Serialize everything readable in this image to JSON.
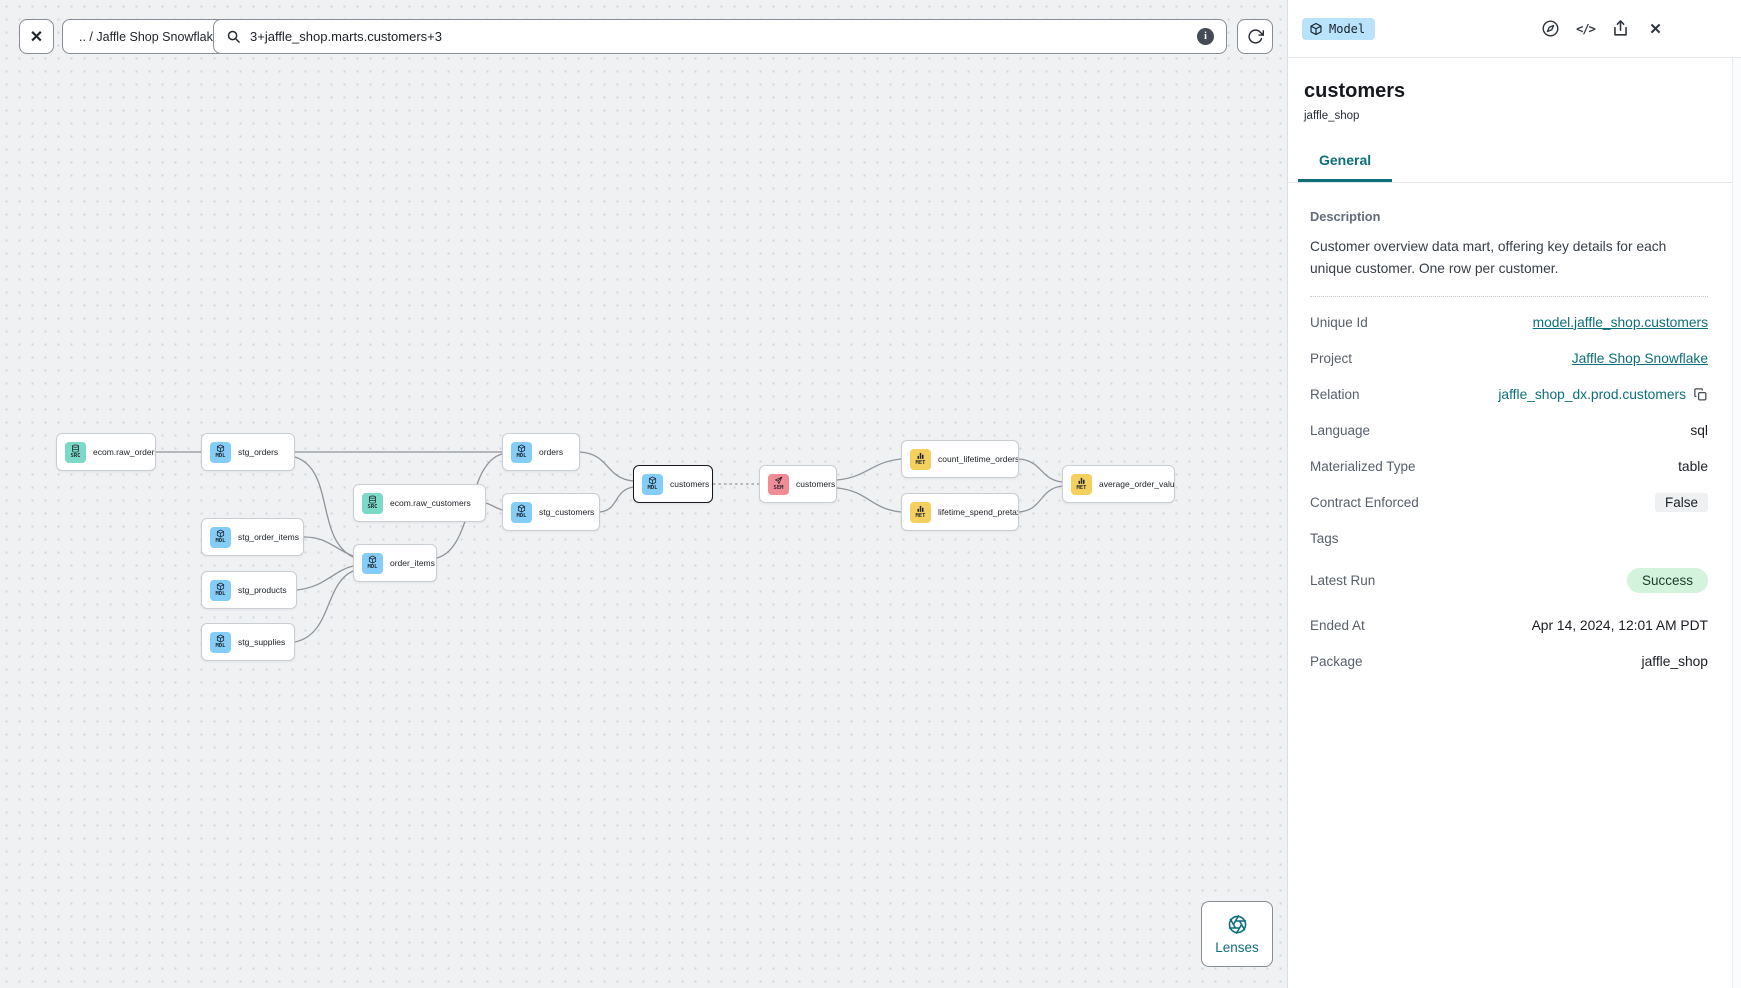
{
  "toolbar": {
    "breadcrumb": ".. / Jaffle Shop Snowflake",
    "search_value": "3+jaffle_shop.marts.customers+3"
  },
  "lenses": {
    "label": "Lenses"
  },
  "graph": {
    "nodes": [
      {
        "label": "ecom.raw_orders",
        "code": "SRC",
        "type": "source"
      },
      {
        "label": "stg_orders",
        "code": "MDL",
        "type": "model"
      },
      {
        "label": "ecom.raw_customers",
        "code": "SRC",
        "type": "source"
      },
      {
        "label": "stg_order_items",
        "code": "MDL",
        "type": "model"
      },
      {
        "label": "stg_products",
        "code": "MDL",
        "type": "model"
      },
      {
        "label": "stg_supplies",
        "code": "MDL",
        "type": "model"
      },
      {
        "label": "order_items",
        "code": "MDL",
        "type": "model"
      },
      {
        "label": "orders",
        "code": "MDL",
        "type": "model"
      },
      {
        "label": "stg_customers",
        "code": "MDL",
        "type": "model"
      },
      {
        "label": "customers",
        "code": "MDL",
        "type": "model",
        "selected": true
      },
      {
        "label": "customers",
        "code": "SEM",
        "type": "semantic_model"
      },
      {
        "label": "count_lifetime_orders",
        "code": "MET",
        "type": "metric"
      },
      {
        "label": "lifetime_spend_pretax",
        "code": "MET",
        "type": "metric"
      },
      {
        "label": "average_order_value",
        "code": "MET",
        "type": "metric"
      }
    ],
    "edges": [
      {
        "from": "ecom.raw_orders",
        "to": "stg_orders"
      },
      {
        "from": "stg_orders",
        "to": "orders"
      },
      {
        "from": "stg_orders",
        "to": "order_items"
      },
      {
        "from": "stg_order_items",
        "to": "order_items"
      },
      {
        "from": "stg_products",
        "to": "order_items"
      },
      {
        "from": "stg_supplies",
        "to": "order_items"
      },
      {
        "from": "ecom.raw_customers",
        "to": "stg_customers"
      },
      {
        "from": "order_items",
        "to": "orders"
      },
      {
        "from": "orders",
        "to": "customers"
      },
      {
        "from": "stg_customers",
        "to": "customers"
      },
      {
        "from": "customers",
        "to": "customers (semantic model)",
        "style": "dashed"
      },
      {
        "from": "customers (semantic model)",
        "to": "count_lifetime_orders"
      },
      {
        "from": "customers (semantic model)",
        "to": "lifetime_spend_pretax"
      },
      {
        "from": "count_lifetime_orders",
        "to": "average_order_value"
      },
      {
        "from": "lifetime_spend_pretax",
        "to": "average_order_value"
      }
    ]
  },
  "panel": {
    "badge_label": "Model",
    "title": "customers",
    "subtitle": "jaffle_shop",
    "tabs": [
      {
        "label": "General"
      }
    ],
    "description_label": "Description",
    "description_text": "Customer overview data mart, offering key details for each unique customer. One row per customer.",
    "fields": [
      {
        "label": "Unique Id",
        "value": "model.jaffle_shop.customers"
      },
      {
        "label": "Project",
        "value": "Jaffle Shop Snowflake"
      },
      {
        "label": "Relation",
        "value": "jaffle_shop_dx.prod.customers"
      },
      {
        "label": "Language",
        "value": "sql"
      },
      {
        "label": "Materialized Type",
        "value": "table"
      },
      {
        "label": "Contract Enforced",
        "value": "False"
      },
      {
        "label": "Tags",
        "value": ""
      },
      {
        "label": "Latest Run",
        "value": "Success"
      },
      {
        "label": "Ended At",
        "value": "Apr 14, 2024, 12:01 AM PDT"
      },
      {
        "label": "Package",
        "value": "jaffle_shop"
      }
    ]
  },
  "colors": {
    "teal": "#0d6f7a",
    "badge-blue": "#b9e2fb",
    "src": "#7cd9c8",
    "mdl": "#84cdf8",
    "sem": "#f28b96",
    "met": "#f5d05e",
    "success-bg": "#d3f3dd",
    "success-fg": "#1d3a2a"
  }
}
